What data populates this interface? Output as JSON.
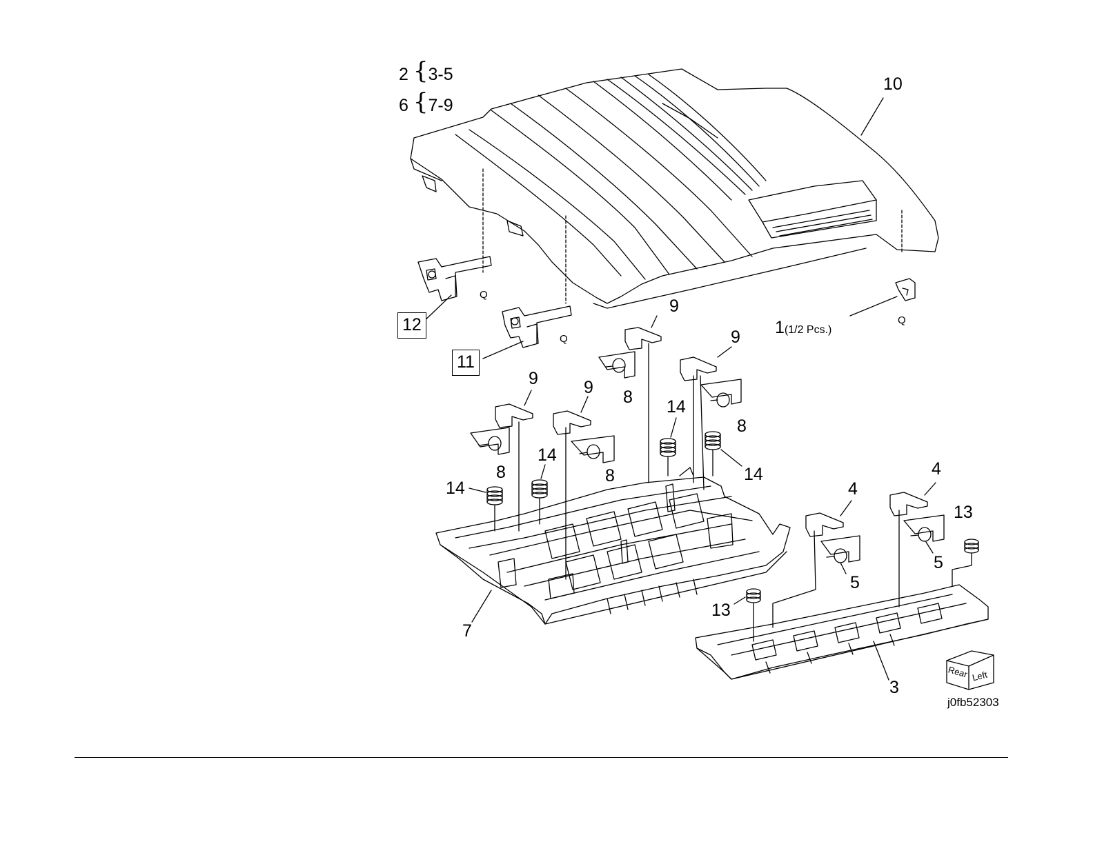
{
  "header_groups": [
    {
      "id": "2",
      "range": "3-5"
    },
    {
      "id": "6",
      "range": "7-9"
    }
  ],
  "callouts": {
    "c1": "1",
    "c1_qty": "(1/2 Pcs.)",
    "c3": "3",
    "c4a": "4",
    "c4b": "4",
    "c5a": "5",
    "c5b": "5",
    "c7": "7",
    "c8a": "8",
    "c8b": "8",
    "c8c": "8",
    "c8d": "8",
    "c9a": "9",
    "c9b": "9",
    "c9c": "9",
    "c9d": "9",
    "c10": "10",
    "c11": "11",
    "c12": "12",
    "c13a": "13",
    "c13b": "13",
    "c14a": "14",
    "c14b": "14",
    "c14c": "14",
    "c14d": "14"
  },
  "q_marks": [
    "Q",
    "Q",
    "Q"
  ],
  "orientation_cube": {
    "face1": "Rear",
    "face2": "Left"
  },
  "figure_id": "j0fb52303"
}
